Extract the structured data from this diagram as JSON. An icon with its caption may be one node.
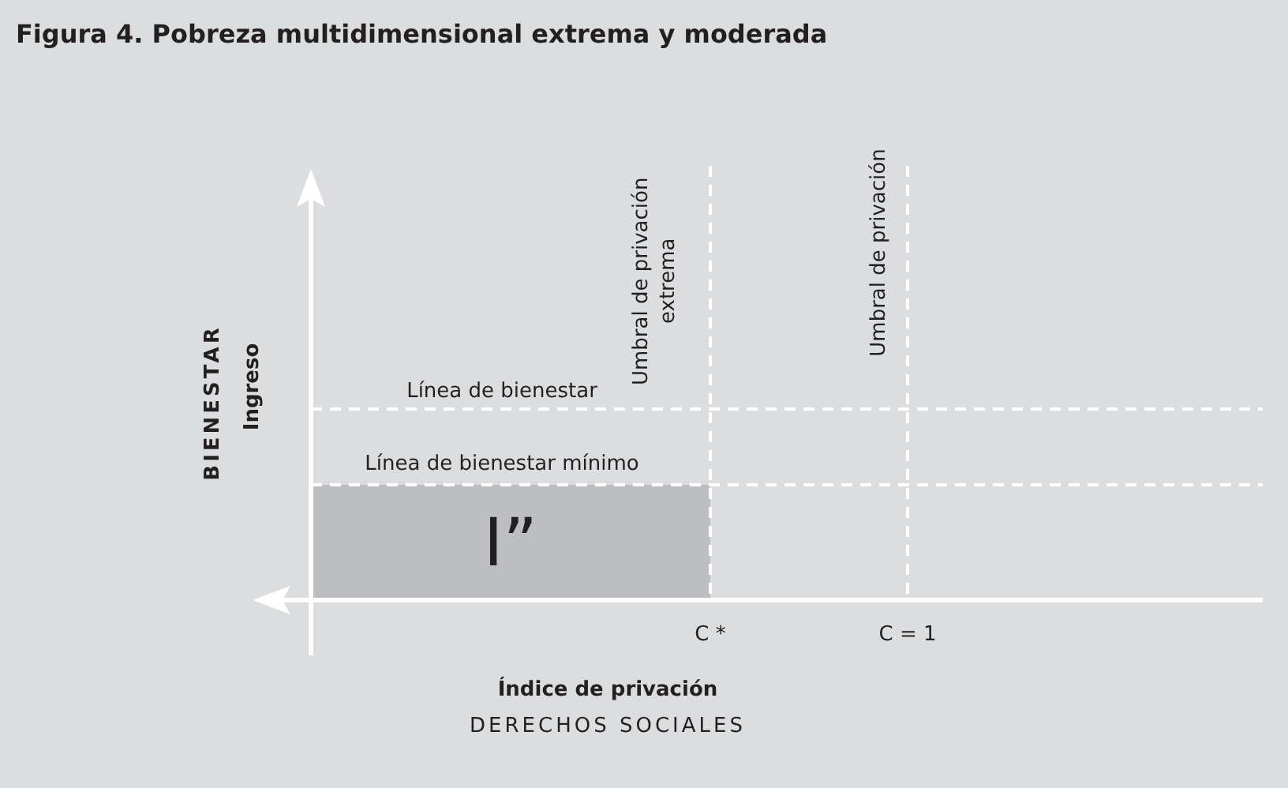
{
  "diagram": {
    "title": "Figura 4. Pobreza multidimensional extrema y moderada",
    "nodes": [
      {
        "text": [
          "I”"
        ]
      }
    ],
    "labels": [
      "Umbral de privación extrema",
      "Umbral de privación",
      "BIENESTAR",
      "Ingreso",
      "Línea de bienestar",
      "Línea de bienestar mínimo",
      "C *",
      "C = 1",
      "Índice de privación",
      "DERECHOS SOCIALES"
    ]
  }
}
